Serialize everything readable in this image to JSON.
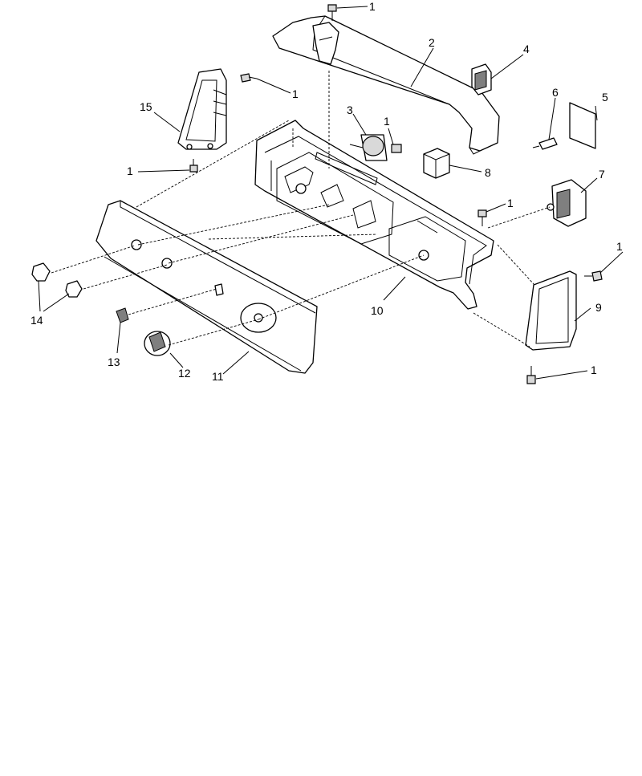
{
  "callouts": [
    {
      "id": "c1a",
      "label": "1"
    },
    {
      "id": "c1b",
      "label": "1"
    },
    {
      "id": "c1c",
      "label": "1"
    },
    {
      "id": "c1d",
      "label": "1"
    },
    {
      "id": "c1e",
      "label": "1"
    },
    {
      "id": "c1f",
      "label": "1"
    },
    {
      "id": "c1g",
      "label": "1"
    },
    {
      "id": "c2",
      "label": "2"
    },
    {
      "id": "c3",
      "label": "3"
    },
    {
      "id": "c4",
      "label": "4"
    },
    {
      "id": "c5",
      "label": "5"
    },
    {
      "id": "c6",
      "label": "6"
    },
    {
      "id": "c7",
      "label": "7"
    },
    {
      "id": "c8",
      "label": "8"
    },
    {
      "id": "c9",
      "label": "9"
    },
    {
      "id": "c10",
      "label": "10"
    },
    {
      "id": "c11",
      "label": "11"
    },
    {
      "id": "c12",
      "label": "12"
    },
    {
      "id": "c13",
      "label": "13"
    },
    {
      "id": "c14",
      "label": "14"
    },
    {
      "id": "c15",
      "label": "15"
    }
  ],
  "line_color": "#000000",
  "background": "#ffffff"
}
